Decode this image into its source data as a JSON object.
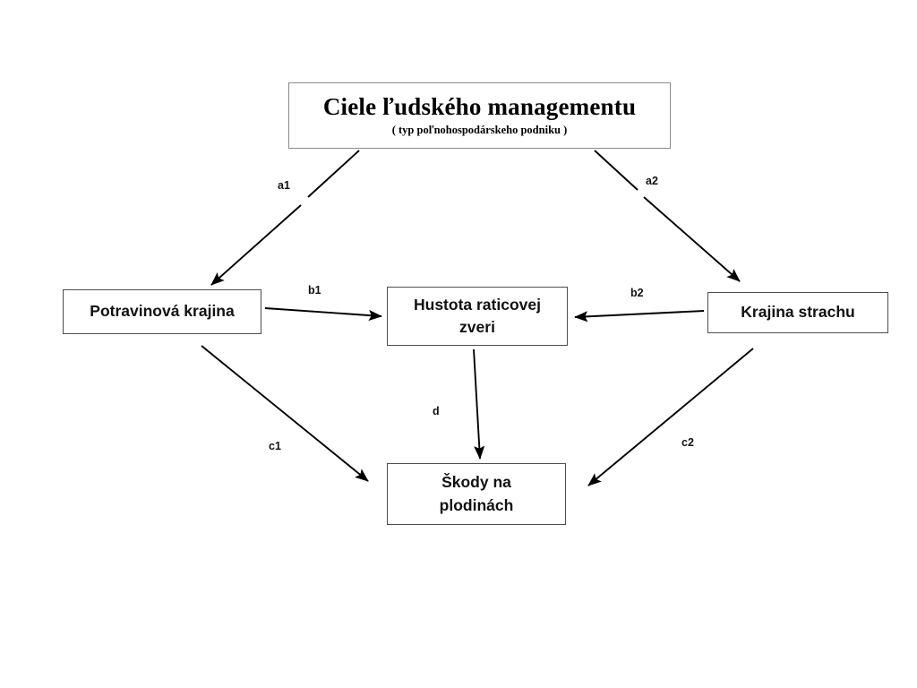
{
  "diagram": {
    "type": "flow-diagram",
    "background": "#ffffff",
    "stroke_color": "#000000",
    "box_border_color": "#4d4d4d",
    "nodes": [
      {
        "id": "goals",
        "title": "Ciele ľudského managementu",
        "subtitle": "( typ poľnohospodárskeho podniku )"
      },
      {
        "id": "food-landscape",
        "label": "Potravinová krajina"
      },
      {
        "id": "ungulate-density",
        "label_line1": "Hustota raticovej",
        "label_line2": "zveri"
      },
      {
        "id": "landscape-of-fear",
        "label": "Krajina strachu"
      },
      {
        "id": "crop-damage",
        "label_line1": "Škody na",
        "label_line2": "plodinách"
      }
    ],
    "edges": [
      {
        "id": "a1",
        "label": "a1",
        "from": "goals",
        "to": "food-landscape"
      },
      {
        "id": "a2",
        "label": "a2",
        "from": "goals",
        "to": "landscape-of-fear"
      },
      {
        "id": "b1",
        "label": "b1",
        "from": "food-landscape",
        "to": "ungulate-density"
      },
      {
        "id": "b2",
        "label": "b2",
        "from": "landscape-of-fear",
        "to": "ungulate-density"
      },
      {
        "id": "c1",
        "label": "c1",
        "from": "food-landscape",
        "to": "crop-damage"
      },
      {
        "id": "c2",
        "label": "c2",
        "from": "landscape-of-fear",
        "to": "crop-damage"
      },
      {
        "id": "d",
        "label": "d",
        "from": "ungulate-density",
        "to": "crop-damage"
      }
    ]
  }
}
